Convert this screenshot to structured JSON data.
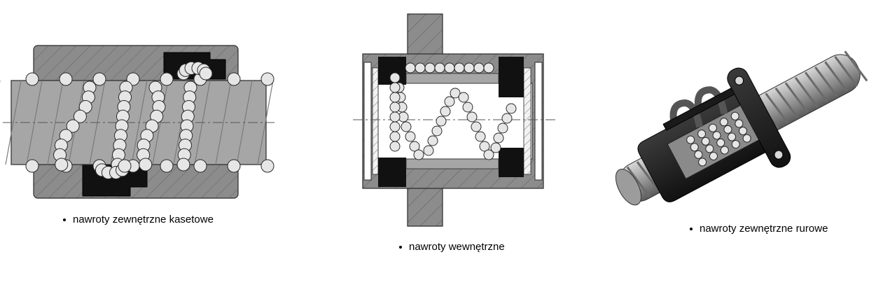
{
  "captions": {
    "cassette": "nawroty zewnętrzne kasetowe",
    "internal": "nawroty wewnętrzne",
    "tube": "nawroty zewnętrzne rurowe"
  },
  "colors": {
    "housing_gray": "#8c8c8c",
    "shaft_gray": "#a6a6a6",
    "return_black": "#111111",
    "ball_fill": "#e6e6e6",
    "outline": "#2a2a2a"
  }
}
